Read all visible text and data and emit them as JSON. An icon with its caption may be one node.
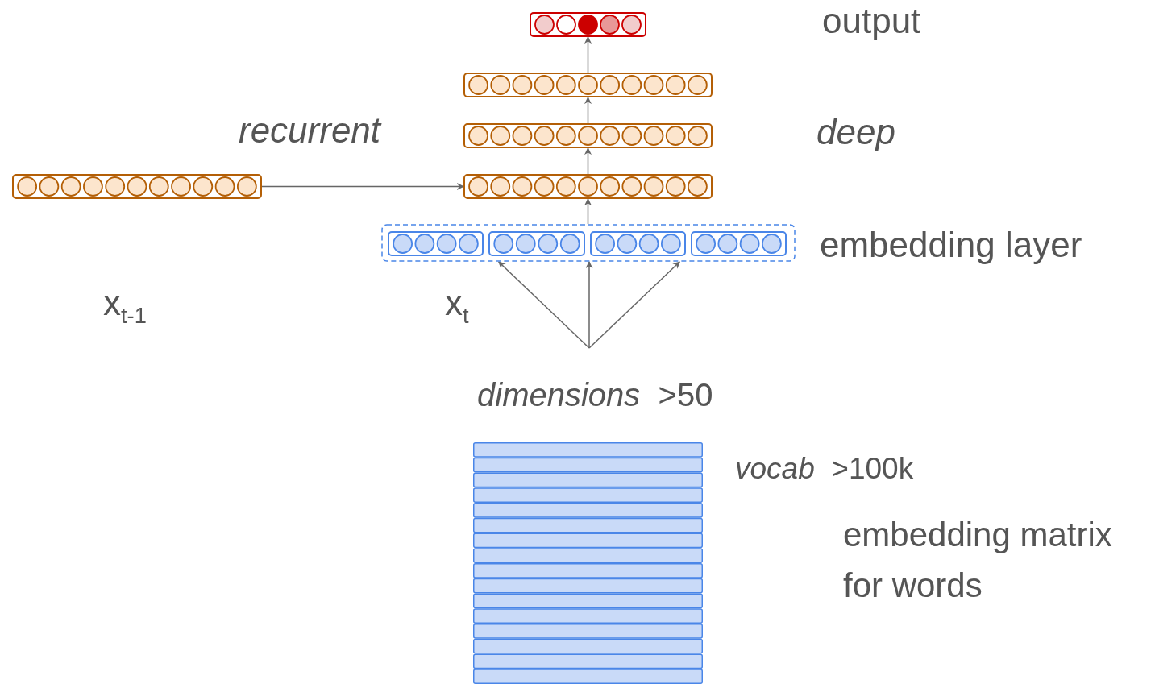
{
  "diagram": {
    "nodes": [
      {
        "text": [],
        "shape": "bar"
      },
      {
        "text": [],
        "shape": "bar"
      },
      {
        "text": [],
        "shape": "bar"
      },
      {
        "text": [],
        "shape": "bar"
      },
      {
        "text": [],
        "shape": "box"
      },
      {
        "text": [],
        "shape": "bar",
        "in": 4
      },
      {
        "text": [],
        "shape": "bar",
        "in": 4
      },
      {
        "text": [],
        "shape": "bar",
        "in": 4
      },
      {
        "text": [],
        "shape": "bar",
        "in": 4
      },
      {
        "text": [],
        "shape": "bar"
      },
      {
        "text": [],
        "shape": "box"
      }
    ],
    "edges": [
      {
        "from": 4,
        "to": 3,
        "arrow": "to"
      },
      {
        "from": 3,
        "to": 2,
        "arrow": "to"
      },
      {
        "from": 2,
        "to": 1,
        "arrow": "to"
      },
      {
        "from": 1,
        "to": 0,
        "arrow": "to"
      },
      {
        "from": 9,
        "to": 3,
        "arrow": "to"
      },
      {
        "from": null,
        "to": 4,
        "arrow": "to"
      },
      {
        "from": null,
        "to": 4,
        "arrow": "to"
      },
      {
        "from": null,
        "to": 4,
        "arrow": "to"
      }
    ],
    "labels": [
      "output",
      "recurrent",
      "deep",
      "embedding layer",
      "x$_{t-1}$",
      "x$_{t}$",
      "*dimensions*  >50",
      "*vocab*  >100k",
      "embedding matrix for words"
    ]
  }
}
